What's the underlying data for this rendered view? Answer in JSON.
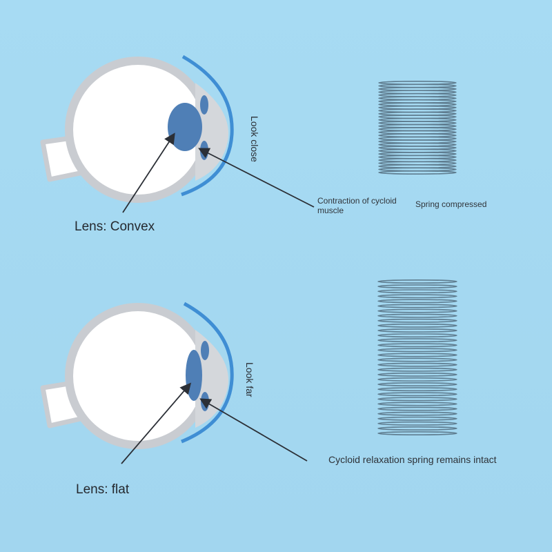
{
  "top": {
    "direction_label": "Look close",
    "lens_label": "Lens: Convex",
    "muscle_label_line1": "Contraction of cycloid",
    "muscle_label_line2": "muscle",
    "spring_label": "Spring compressed"
  },
  "bottom": {
    "direction_label": "Look far",
    "lens_label": "Lens: flat",
    "spring_label": "Cycloid relaxation spring remains intact"
  },
  "colors": {
    "background": "#a6d9f2",
    "sclera": "#c9ccd1",
    "eye_interior": "#ffffff",
    "lens": "#4f7fb6",
    "cornea_line": "#3f8ed4",
    "spring": "#5f7d90",
    "arrow": "#2b2f36"
  }
}
